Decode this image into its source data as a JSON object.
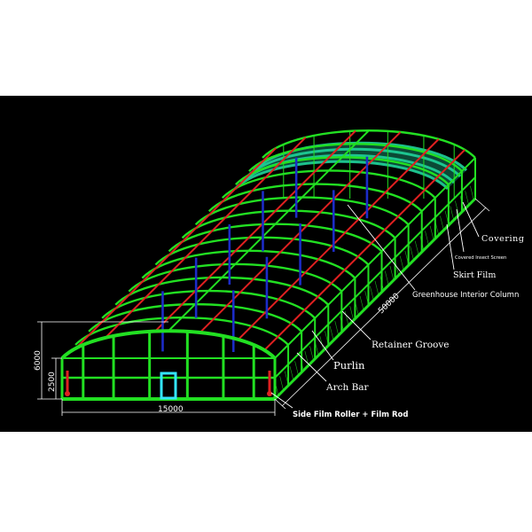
{
  "diagram": {
    "labels": {
      "covering": "Covering",
      "insect_screen": "Covered Insect Screen",
      "skirt_film": "Skirt Film",
      "interior_column": "Greenhouse Interior Column",
      "retainer_groove": "Retainer Groove",
      "purlin": "Purlin",
      "arch_bar": "Arch Bar",
      "side_roller": "Side Film Roller + Film Rod"
    },
    "dimensions": {
      "length": "50000",
      "width": "15000",
      "height_total": "6000",
      "height_side": "2500"
    },
    "colors": {
      "background": "#000000",
      "frame": "#22e022",
      "purlin": "#e02020",
      "column": "#1c2cc8",
      "covering": "#1fd39a",
      "door": "#33e6ff",
      "text": "#ffffff"
    }
  }
}
